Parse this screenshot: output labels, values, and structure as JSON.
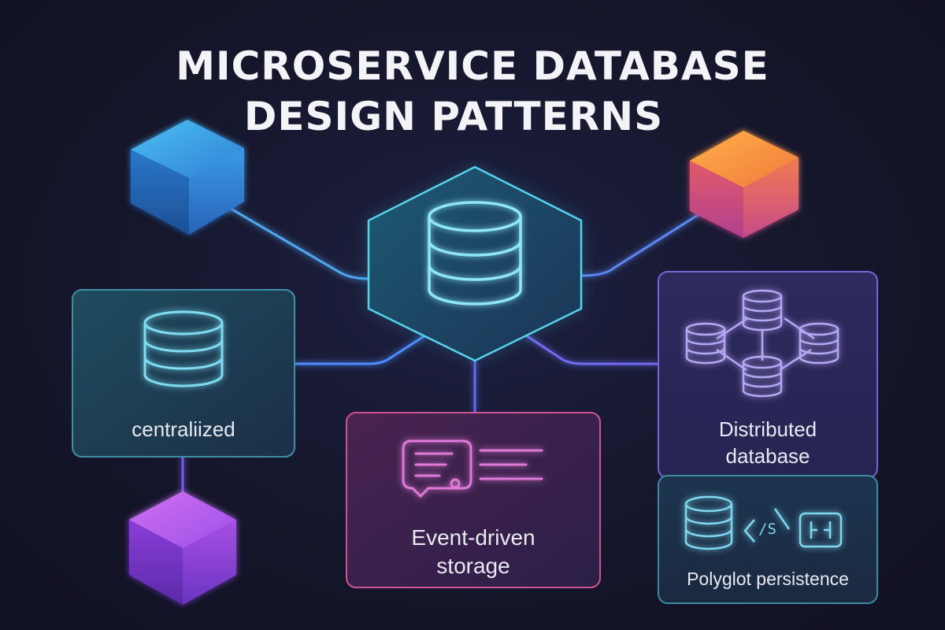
{
  "title": {
    "line1": "MICROSERVICE DATABASE",
    "line2": "DESIGN PATTERNS"
  },
  "nodes": {
    "centralized": {
      "label": "centraliized",
      "icon": "database-icon"
    },
    "event_driven": {
      "line1": "Event-driven",
      "line2": "storage",
      "icon": "event-log-icon"
    },
    "distributed": {
      "line1": "Distributed",
      "line2": "database",
      "icon": "distributed-database-icon"
    },
    "polyglot": {
      "label": "Polyglot persistence",
      "code_glyph": "/S",
      "icons": [
        "database-icon",
        "code-icon",
        "key-value-icon"
      ]
    },
    "hub": {
      "icon": "database-icon"
    }
  },
  "cubes": [
    {
      "name": "blue-cube",
      "color": "#3a8fe0"
    },
    {
      "name": "orange-cube",
      "color": "#f08a3a"
    },
    {
      "name": "purple-cube",
      "color": "#a050e8"
    }
  ],
  "colors": {
    "cyan_glow": "#5ed6ee",
    "connector_blue": "#4f8cff",
    "connector_purple": "#7a6cf2",
    "panel_pink_border": "#d9569a",
    "panel_purple_border": "#7b6de0",
    "panel_teal_border": "#3a8aa0"
  }
}
